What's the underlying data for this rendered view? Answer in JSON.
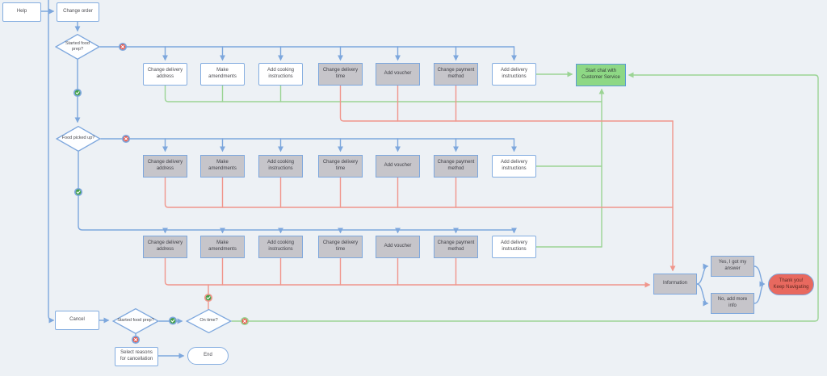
{
  "diagram": {
    "colors": {
      "bg": "#edf1f5",
      "line_blue": "#7da7dd",
      "line_green": "#9bd494",
      "line_red": "#f0968c",
      "node_border": "#84ade0",
      "gray_fill": "#c6c5ca",
      "green_fill": "#8ed885",
      "red_fill": "#e8695f",
      "yes_badge": "#43a047",
      "no_badge": "#e8584c"
    },
    "nodes": {
      "help": "Help",
      "change_order": "Change order",
      "started_food_prep": "Started food prep?",
      "food_picked_up": "Food picked up?",
      "start_chat": "Start chat with Customer Service",
      "information": "Information",
      "yes_got_answer": "Yes, I got my answer",
      "no_add_more_info": "No, add more info",
      "thank_you_line1": "Thank you!",
      "thank_you_line2": "Keep Navigating",
      "cancel": "Cancel",
      "started_food_prep_2": "Started food prep?",
      "on_time": "On time?",
      "select_reasons": "Select reasons for cancellation",
      "end": "End"
    },
    "rows": [
      {
        "items": [
          {
            "label": "Change delivery address",
            "variant": "white"
          },
          {
            "label": "Make amendments",
            "variant": "white"
          },
          {
            "label": "Add cooking instructions",
            "variant": "white"
          },
          {
            "label": "Change delivery time",
            "variant": "gray"
          },
          {
            "label": "Add voucher",
            "variant": "gray"
          },
          {
            "label": "Change payment method",
            "variant": "gray"
          },
          {
            "label": "Add delivery instructions",
            "variant": "white"
          }
        ]
      },
      {
        "items": [
          {
            "label": "Change delivery address",
            "variant": "gray"
          },
          {
            "label": "Make amendments",
            "variant": "gray"
          },
          {
            "label": "Add cooking instructions",
            "variant": "gray"
          },
          {
            "label": "Change delivery time",
            "variant": "gray"
          },
          {
            "label": "Add voucher",
            "variant": "gray"
          },
          {
            "label": "Change payment method",
            "variant": "gray"
          },
          {
            "label": "Add delivery instructions",
            "variant": "white"
          }
        ]
      },
      {
        "items": [
          {
            "label": "Change delivery address",
            "variant": "gray"
          },
          {
            "label": "Make amendments",
            "variant": "gray"
          },
          {
            "label": "Add cooking instructions",
            "variant": "gray"
          },
          {
            "label": "Change delivery time",
            "variant": "gray"
          },
          {
            "label": "Add voucher",
            "variant": "gray"
          },
          {
            "label": "Change payment method",
            "variant": "gray"
          },
          {
            "label": "Add delivery instructions",
            "variant": "white"
          }
        ]
      }
    ]
  }
}
